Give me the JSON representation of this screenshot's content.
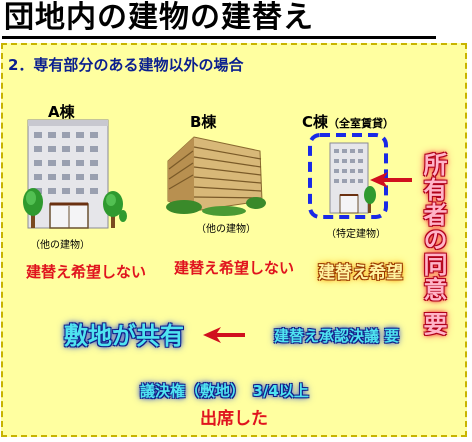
{
  "title": "団地内の建物の建替え",
  "subtitle": "2．専有部分のある建物以外の場合",
  "buildings": {
    "a": {
      "label": "A棟",
      "note": "（他の建物）",
      "status": "建替え希望しない"
    },
    "b": {
      "label": "B棟",
      "note": "（他の建物）",
      "status": "建替え希望しない"
    },
    "c": {
      "label": "C棟",
      "label_suffix": "（全室賃貸）",
      "note": "（特定建物）",
      "status": "建替え希望"
    }
  },
  "owner_consent": "所有者の同意 要",
  "shared_land": "敷地が共有",
  "approval": "建替え承認決議 要",
  "voting_right": "議決権（敷地）　3/4以上",
  "attended": "出席した",
  "colors": {
    "accent_red": "#e0141e",
    "navy": "#0a1f8f",
    "panel": "#ffffa0"
  }
}
